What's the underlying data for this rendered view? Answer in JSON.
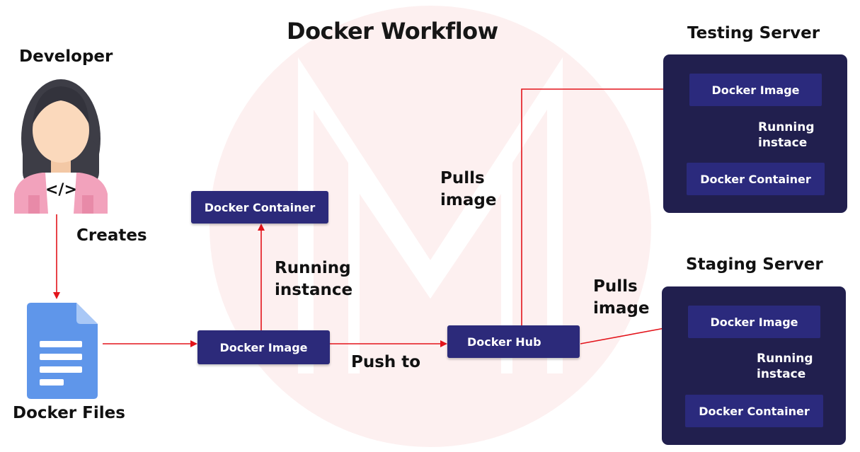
{
  "title": "Docker Workflow",
  "developer": {
    "heading": "Developer",
    "code_glyph": "</>"
  },
  "creates_label": "Creates",
  "docker_files_label": "Docker Files",
  "main_flow": {
    "docker_image": "Docker Image",
    "docker_container": "Docker Container",
    "running_instance_line1": "Running",
    "running_instance_line2": "instance",
    "push_to": "Push to",
    "docker_hub": "Docker Hub",
    "pulls_top_line1": "Pulls",
    "pulls_top_line2": "image",
    "pulls_bottom_line1": "Pulls",
    "pulls_bottom_line2": "image"
  },
  "testing_server": {
    "heading": "Testing Server",
    "image": "Docker Image",
    "running_line1": "Running",
    "running_line2": "instace",
    "container": "Docker Container"
  },
  "staging_server": {
    "heading": "Staging Server",
    "image": "Docker Image",
    "running_line1": "Running",
    "running_line2": "instace",
    "container": "Docker Container"
  },
  "colors": {
    "box": "#2c2a7a",
    "panel": "#211f4e",
    "arrow_red": "#e3141b",
    "arrow_white": "#ffffff",
    "watermark": "#fdf0f0"
  },
  "icons": [
    "developer-avatar-icon",
    "document-icon",
    "watermark-logo"
  ]
}
